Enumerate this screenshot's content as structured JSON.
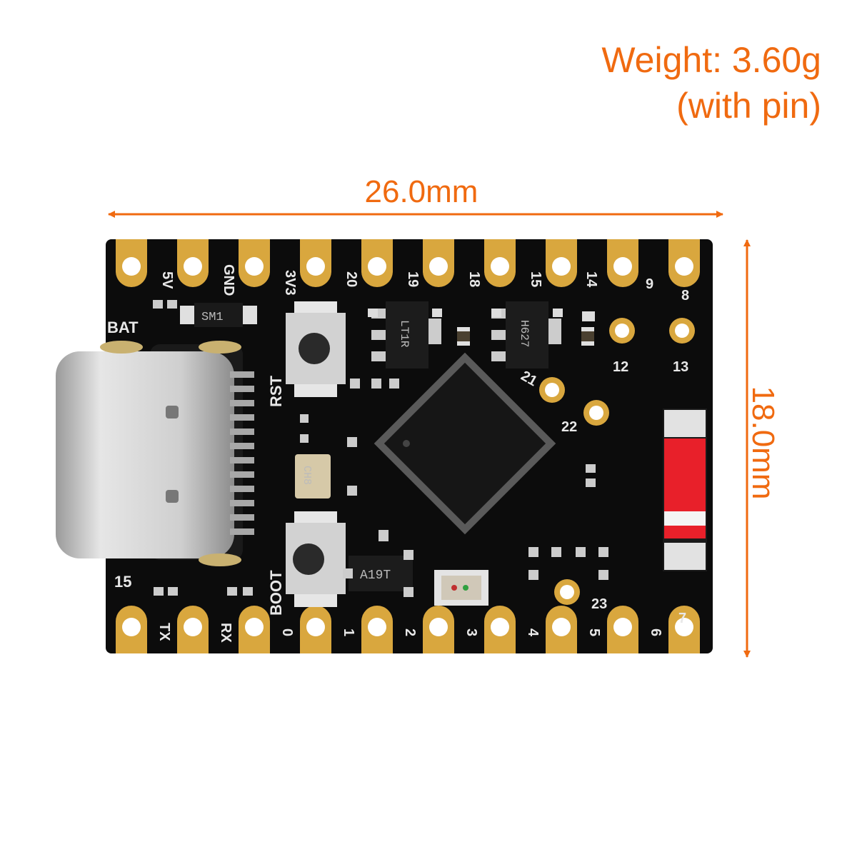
{
  "weight": {
    "line1": "Weight: 3.60g",
    "line2": "(with pin)"
  },
  "dimensions": {
    "width": "26.0mm",
    "height": "18.0mm"
  },
  "colors": {
    "accent": "#f06a10",
    "pcb": "#0c0c0c",
    "gold": "#d9a73e",
    "silkscreen": "#e8e8e8",
    "usb": "#c8c8c8",
    "led_red": "#e8202a"
  },
  "board": {
    "top_pin_labels": [
      "5V",
      "GND",
      "3V3",
      "20",
      "19",
      "18",
      "15",
      "14",
      "9",
      "8"
    ],
    "bottom_pin_labels": [
      "TX",
      "RX",
      "0",
      "1",
      "2",
      "3",
      "4",
      "5",
      "6",
      "7"
    ],
    "inner_pads": [
      "12",
      "13",
      "21",
      "22",
      "23"
    ],
    "side_labels": {
      "bat": "BAT",
      "left_15": "15",
      "rst": "RST",
      "boot": "BOOT"
    },
    "chip_markings": {
      "diode": "SM1",
      "regulator1": "LT1R",
      "regulator2": "H627",
      "ldo": "A19T",
      "crystal": "CH8"
    }
  }
}
